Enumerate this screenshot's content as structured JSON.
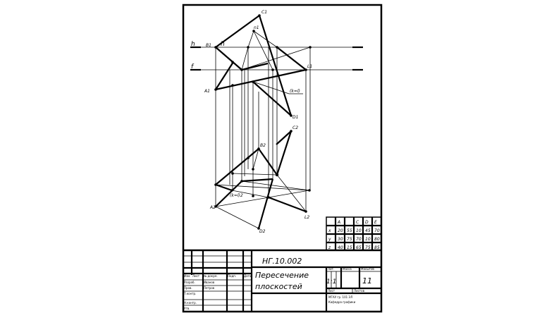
{
  "drawing": {
    "line_labels": {
      "h": "h",
      "f": "f"
    },
    "point_labels": [
      "C1",
      "B1",
      "A1",
      "L1",
      "D1",
      "n1",
      "(k=l)",
      "C2",
      "A2",
      "B2",
      "L2",
      "D2",
      "(k=l)2"
    ]
  },
  "title_block": {
    "doc_number": "НГ.10.002",
    "title_line1": "Пересечение",
    "title_line2": "плоскостей",
    "scale": "1:1",
    "sheet": "11",
    "headers": {
      "lit": "Лит.",
      "mass": "Масса",
      "scale": "Масштаб",
      "sheet": "Лист",
      "sheets": "Листов"
    },
    "left_labels": [
      "Изм.",
      "Лист",
      "№ докум.",
      "Подп.",
      "Дата",
      "Разраб.",
      "Пров.",
      "Т.контр.",
      "Н.контр.",
      "Утв."
    ],
    "names": [
      "Иванов",
      "Петров"
    ],
    "org": "МГАУ гр. 101 ЭЛ",
    "org2": "Кафедра графики"
  },
  "coord_table": {
    "rows": [
      [
        "",
        "A",
        "",
        "C",
        "D",
        "E"
      ],
      [
        "x",
        "20",
        "55",
        "10",
        "45",
        "70"
      ],
      [
        "y",
        "30",
        "75",
        "70",
        "10",
        "80"
      ],
      [
        "z",
        "40",
        "15",
        "65",
        "75",
        "85"
      ]
    ]
  }
}
